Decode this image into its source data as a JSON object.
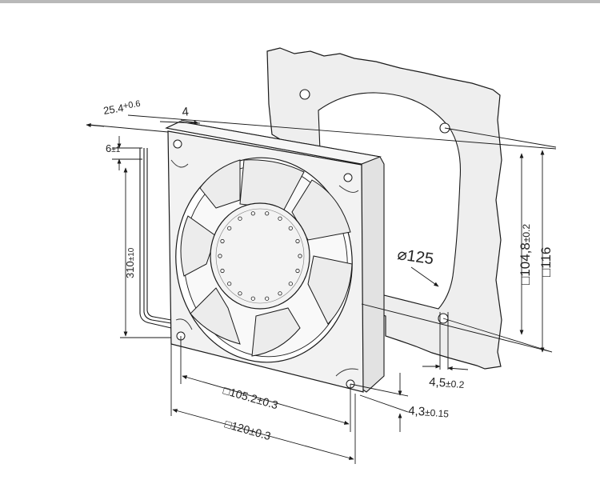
{
  "drawing": {
    "dimensions": {
      "depth": "25.4",
      "depth_tol": "+0.6",
      "flange": "4",
      "wire_offset": "6",
      "wire_offset_tol": "±1",
      "lead_length": "310",
      "lead_length_tol": "±10",
      "cutout_dia": "⌀125",
      "hole_pitch_v": "104,8",
      "hole_pitch_v_tol": "±0.2",
      "size_v": "116",
      "hole_dia": "4,5",
      "hole_dia_tol": "±0.2",
      "hole_offset": "4,3",
      "hole_offset_tol": "±0.15",
      "hole_pitch_h": "105.2±0.3",
      "size_h": "120±0.3"
    },
    "symbols": {
      "square": "□"
    },
    "colors": {
      "panel": "#efefef",
      "fan_body": "#f1f1f1",
      "outline": "#1a1a1a"
    }
  }
}
